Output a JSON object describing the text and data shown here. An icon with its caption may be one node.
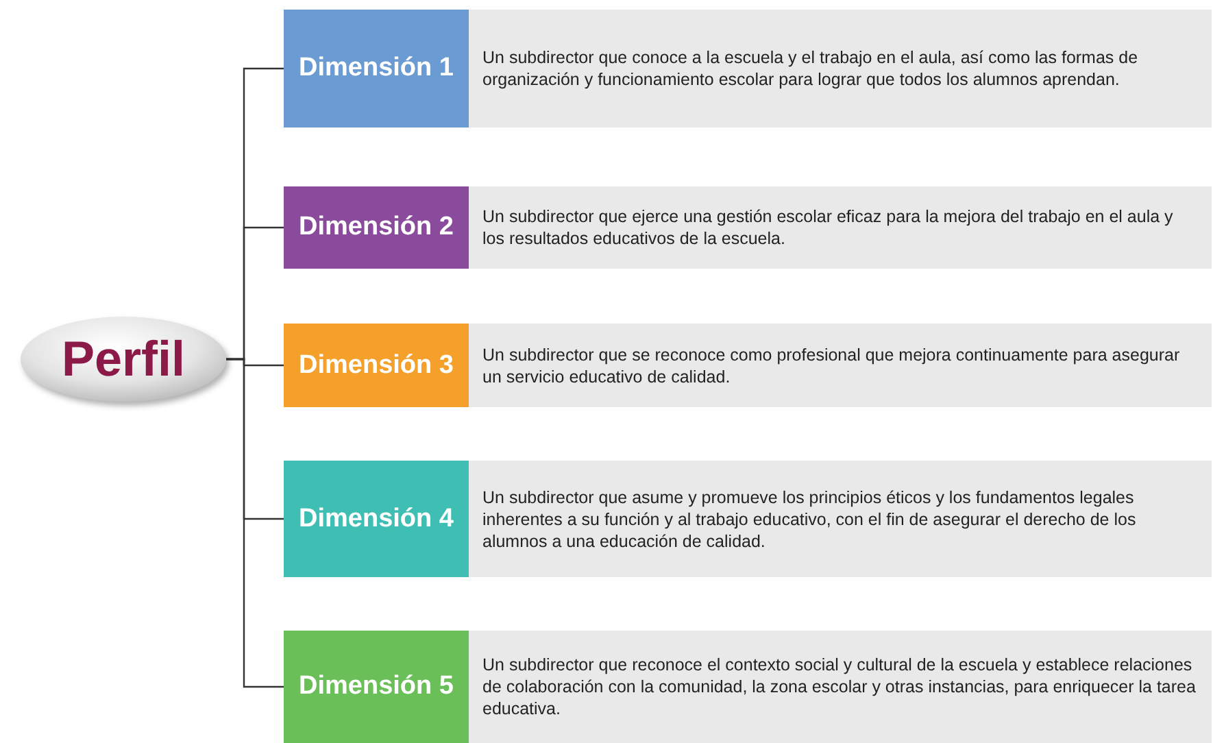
{
  "diagram": {
    "nodes": [
      {
        "text": [
          "Perfil"
        ]
      },
      {
        "text": [
          "Dimensión 1"
        ]
      },
      {
        "text": [
          "Un subdirector que conoce a la escuela y el trabajo en el aula, así como las formas de organización y funcionamiento escolar para lograr que todos los alumnos aprendan."
        ]
      },
      {
        "text": [
          "Dimensión 2"
        ]
      },
      {
        "text": [
          "Un subdirector que ejerce una gestión escolar eficaz para la mejora del trabajo en el aula y los resultados educativos de la escuela."
        ]
      },
      {
        "text": [
          "Dimensión 3"
        ]
      },
      {
        "text": [
          "Un subdirector que se reconoce como profesional que mejora continuamente para asegurar un servicio educativo de calidad."
        ]
      },
      {
        "text": [
          "Dimensión 4"
        ]
      },
      {
        "text": [
          "Un subdirector que asume y promueve los principios éticos y los fundamentos legales inherentes a su función y al trabajo educativo, con el fin de asegurar el derecho de los alumnos a una educación de calidad."
        ]
      },
      {
        "text": [
          "Dimensión 5"
        ]
      },
      {
        "text": [
          "Un subdirector que reconoce el contexto social y cultural de la escuela y establece relaciones de colaboración con la comunidad, la zona escolar y otras instancias, para enriquecer la tarea educativa."
        ]
      }
    ],
    "edges": [
      {
        "from": 0,
        "to": 1,
        "arrow": "none"
      },
      {
        "from": 0,
        "to": 3,
        "arrow": "none"
      },
      {
        "from": 0,
        "to": 5,
        "arrow": "none"
      },
      {
        "from": 0,
        "to": 7,
        "arrow": "none"
      },
      {
        "from": 0,
        "to": 9,
        "arrow": "none"
      }
    ]
  }
}
